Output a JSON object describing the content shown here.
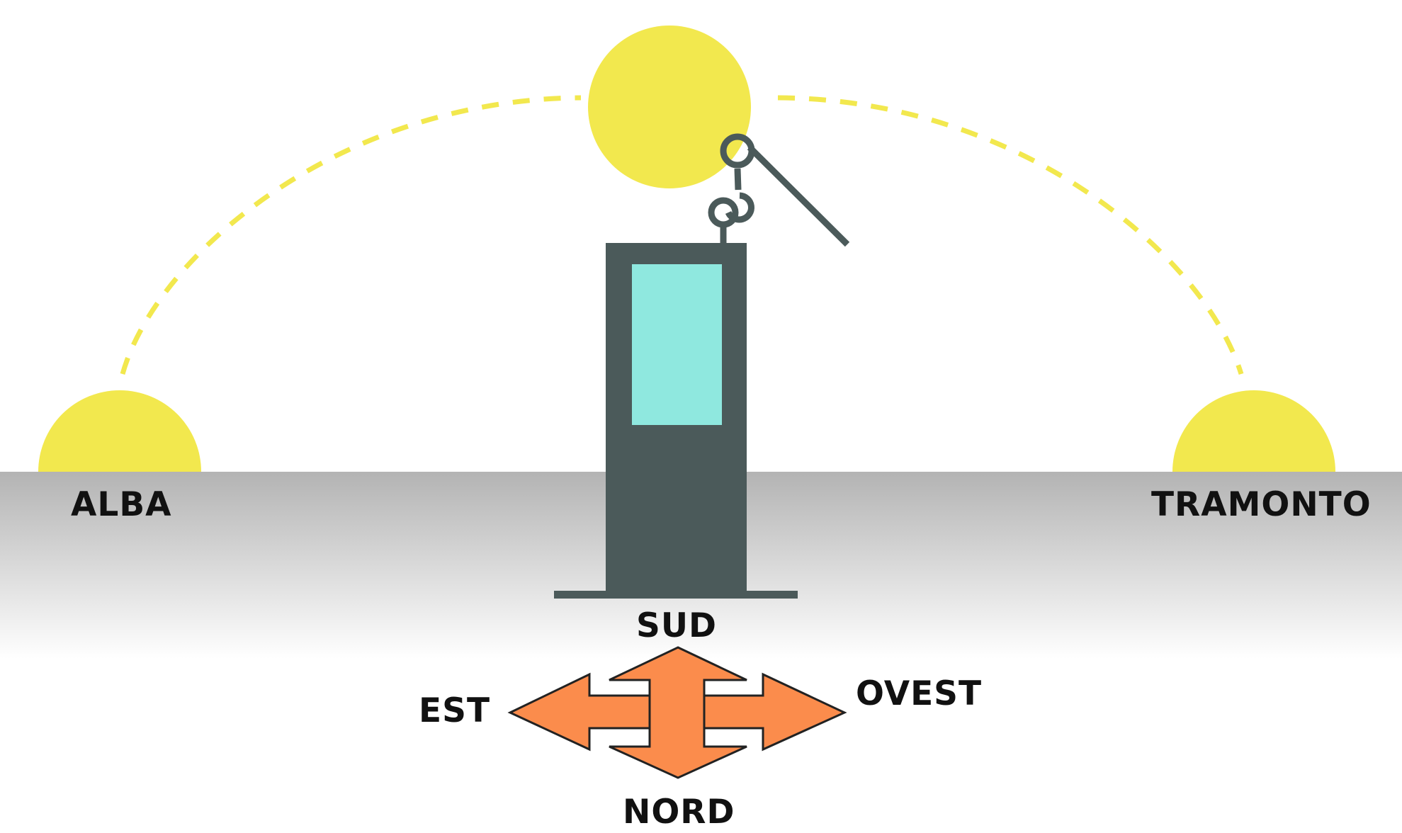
{
  "labels": {
    "dawn": "ALBA",
    "sunset": "TRAMONTO",
    "south": "SUD",
    "north": "NORD",
    "east": "EST",
    "west": "OVEST"
  },
  "colors": {
    "sun": "#f2e84e",
    "sun_path": "#f2e84e",
    "ground_top": "#b3b3b3",
    "ground_bottom": "#ffffff",
    "column": "#4b5a5a",
    "screen": "#8fe8df",
    "arrows": "#fb8c4c",
    "arrows_outline": "#222222",
    "text": "#111111"
  },
  "icons": {
    "solar_tracker": "solar-tracker-icon",
    "compass": "compass-arrows-icon"
  }
}
